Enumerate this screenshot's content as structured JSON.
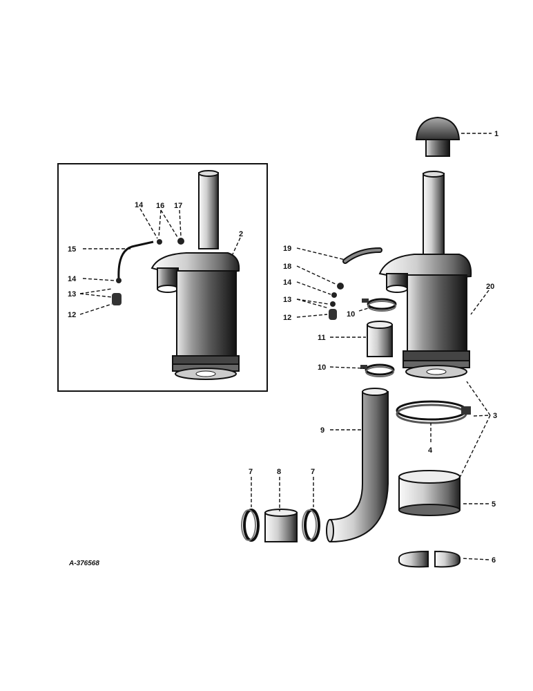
{
  "diagram": {
    "reference_number": "A-376568",
    "callouts": [
      "1",
      "2",
      "3",
      "4",
      "5",
      "6",
      "7",
      "8",
      "9",
      "10",
      "11",
      "12",
      "13",
      "14",
      "15",
      "16",
      "17",
      "18",
      "19",
      "20"
    ],
    "inset_callouts": [
      "14",
      "16",
      "17",
      "15",
      "2",
      "14",
      "13",
      "12"
    ],
    "main_callouts": [
      "1",
      "19",
      "18",
      "14",
      "13",
      "12",
      "20",
      "10",
      "11",
      "10",
      "9",
      "3",
      "4",
      "5",
      "6",
      "7",
      "8",
      "7"
    ]
  }
}
